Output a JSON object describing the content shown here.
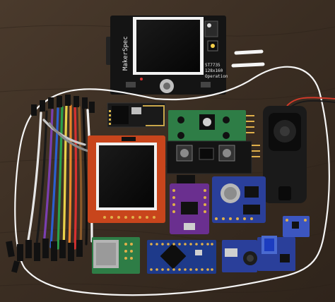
{
  "scene": {
    "brand_text": "MakerSpec",
    "screen_label_1": "ST7735",
    "screen_label_2": "128x160",
    "screen_label_3": "Operation"
  },
  "colors": {
    "table": "#3a2d22",
    "pcb_black": "#141414",
    "pcb_green": "#2e7d46",
    "pcb_red": "#c8451c",
    "pcb_purple": "#6a2f8f",
    "pcb_blue": "#2a3f9a",
    "pcb_blue_light": "#4a6ad0",
    "ink_white": "#f5f5f5"
  },
  "icons": [
    "equals-sign-icon",
    "hand-drawn-loop-icon"
  ]
}
